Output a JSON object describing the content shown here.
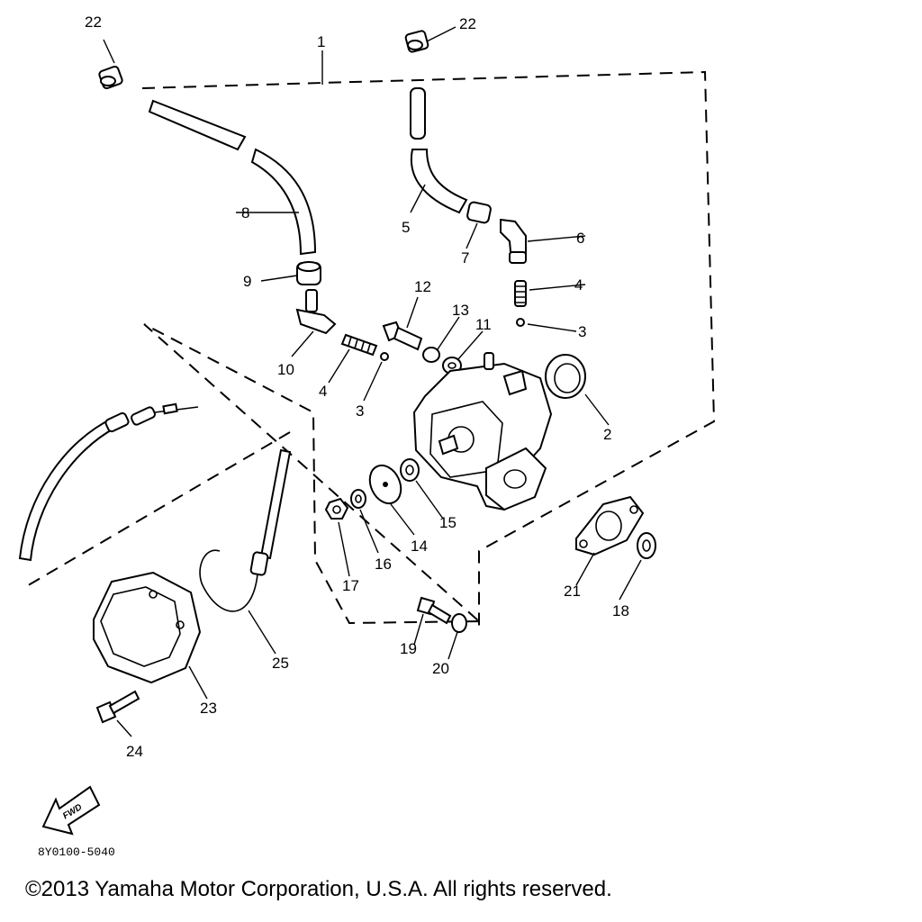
{
  "diagram": {
    "callouts": [
      {
        "id": "c1",
        "text": "1"
      },
      {
        "id": "c2",
        "text": "2"
      },
      {
        "id": "c3a",
        "text": "3"
      },
      {
        "id": "c3b",
        "text": "3"
      },
      {
        "id": "c4a",
        "text": "4"
      },
      {
        "id": "c4b",
        "text": "4"
      },
      {
        "id": "c5",
        "text": "5"
      },
      {
        "id": "c6",
        "text": "6"
      },
      {
        "id": "c7",
        "text": "7"
      },
      {
        "id": "c8",
        "text": "8"
      },
      {
        "id": "c9",
        "text": "9"
      },
      {
        "id": "c10",
        "text": "10"
      },
      {
        "id": "c11",
        "text": "11"
      },
      {
        "id": "c12",
        "text": "12"
      },
      {
        "id": "c13",
        "text": "13"
      },
      {
        "id": "c14",
        "text": "14"
      },
      {
        "id": "c15",
        "text": "15"
      },
      {
        "id": "c16",
        "text": "16"
      },
      {
        "id": "c17",
        "text": "17"
      },
      {
        "id": "c18",
        "text": "18"
      },
      {
        "id": "c19",
        "text": "19"
      },
      {
        "id": "c20",
        "text": "20"
      },
      {
        "id": "c21",
        "text": "21"
      },
      {
        "id": "c22a",
        "text": "22"
      },
      {
        "id": "c22b",
        "text": "22"
      },
      {
        "id": "c23",
        "text": "23"
      },
      {
        "id": "c24",
        "text": "24"
      },
      {
        "id": "c25",
        "text": "25"
      }
    ],
    "fwd_label": "FWD",
    "drawing_code": "8Y0100-5040"
  },
  "footer": {
    "copyright": "©2013 Yamaha Motor Corporation, U.S.A. All rights reserved."
  }
}
